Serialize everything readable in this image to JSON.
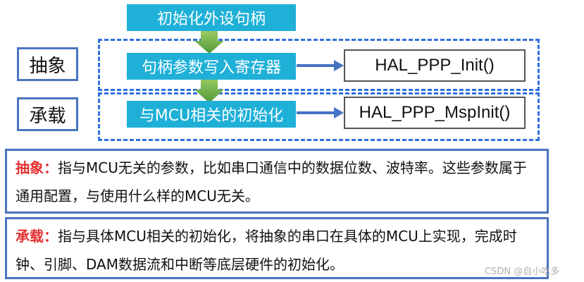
{
  "flow": {
    "top": "初始化外设句柄",
    "step1": "句柄参数写入寄存器",
    "step2": "与MCU相关的初始化"
  },
  "labels": {
    "abstract": "抽象",
    "carry": "承载"
  },
  "functions": {
    "init": "HAL_PPP_Init()",
    "msp_init": "HAL_PPP_MspInit()"
  },
  "explanations": {
    "abstract": {
      "title": "抽象：",
      "text": "指与MCU无关的参数，比如串口通信中的数据位数、波特率。这些参数属于通用配置，与使用什么样的MCU无关。"
    },
    "carry": {
      "title": "承载：",
      "text": "指与具体MCU相关的初始化，将抽象的串口在具体的MCU上实现，完成时钟、引脚、DAM数据流和中断等底层硬件的初始化。"
    }
  },
  "watermark": "CSDN @自小吃多",
  "colors": {
    "teal": "#1fb0d8",
    "arrow_blue": "#4472c4",
    "green_arrow": "#6aa84f",
    "dash_blue": "#2f6fe0",
    "highlight_red": "#e53030"
  }
}
